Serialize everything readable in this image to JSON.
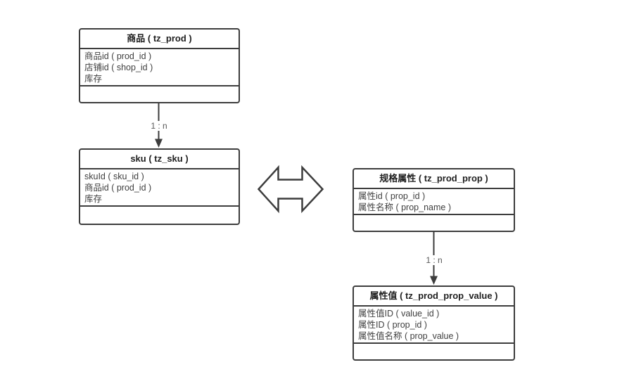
{
  "diagram": {
    "entities": [
      {
        "key": "prod",
        "title": "商品 ( tz_prod )",
        "fields": [
          "商品id ( prod_id )",
          "店铺id ( shop_id )",
          "库存"
        ]
      },
      {
        "key": "sku",
        "title": "sku ( tz_sku )",
        "fields": [
          "skuId ( sku_id )",
          "商品id ( prod_id )",
          "库存"
        ]
      },
      {
        "key": "prod_prop",
        "title": "规格属性 ( tz_prod_prop )",
        "fields": [
          "属性id ( prop_id )",
          "属性名称 ( prop_name )"
        ]
      },
      {
        "key": "prod_prop_value",
        "title": "属性值 ( tz_prod_prop_value )",
        "fields": [
          "属性值ID ( value_id )",
          "属性ID ( prop_id )",
          "属性值名称 ( prop_value )"
        ]
      }
    ],
    "connectors": [
      {
        "from": "prod",
        "to": "sku",
        "type": "arrow-down",
        "label": "1 : n"
      },
      {
        "from": "prod_prop",
        "to": "prod_prop_value",
        "type": "arrow-down",
        "label": "1 : n"
      },
      {
        "from": "sku",
        "to": "prod_prop",
        "type": "double-arrow",
        "label": ""
      }
    ],
    "colors": {
      "line": "#3d3d3d",
      "title_text": "#1f1f1f",
      "field_text": "#3f3f3f",
      "label_text": "#595959",
      "background": "#ffffff"
    }
  }
}
